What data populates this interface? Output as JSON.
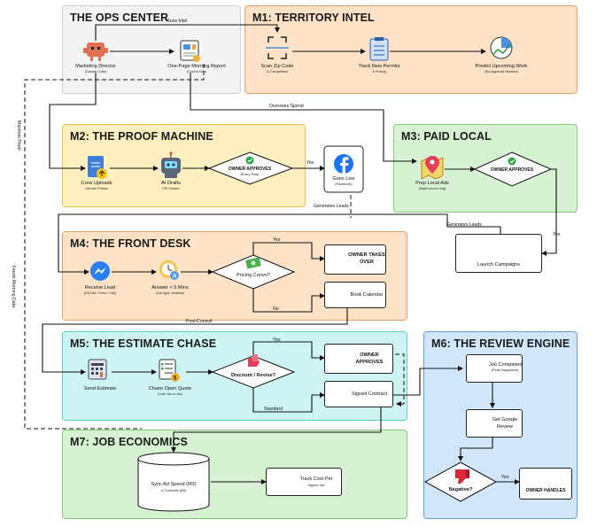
{
  "colors": {
    "ops": "#f3f3f3",
    "territory": "#fde2c7",
    "proof": "#fdefbf",
    "paid": "#d7f2d2",
    "frontdesk": "#fde2c7",
    "estimate": "#cdf4f2",
    "review": "#d2e6fb",
    "economics": "#d7f2d2"
  },
  "ops": {
    "title": "THE OPS CENTER",
    "director": "Marketing Director",
    "director_sub": "(Claude Code)",
    "report": "One-Page Morning Report",
    "report_sub": "(Cost to Win)"
  },
  "m1": {
    "title": "M1: TERRITORY INTEL",
    "scan": "Scan Zip Code",
    "scan_sub": "& Competitors",
    "permits": "Track New Permits",
    "permits_sub": "& Pricing",
    "predict": "Predict Upcoming Work",
    "predict_sub": "(No Approval Needed)"
  },
  "m2": {
    "title": "M2: THE PROOF MACHINE",
    "crew": "Crew Uploads",
    "crew_sub": "Job-site Photos",
    "ai": "AI Drafts",
    "ai_sub": "FB Content",
    "owner": "OWNER APPROVES",
    "owner_sub": "(Every Post)",
    "live": "Goes Live",
    "live_sub": "(Facebook)"
  },
  "m3": {
    "title": "M3: PAID LOCAL",
    "prep": "Prep Local Ads",
    "prep_sub": "(Make phone ring)",
    "owner": "OWNER APPROVES",
    "launch": "Launch Campaigns"
  },
  "m4": {
    "title": "M4: THE FRONT DESK",
    "receive": "Receive Lead",
    "receive_sub": "(FB DM / Form / Call)",
    "answer": "Answer < 5 Mins",
    "answer_sub": "(Job type, timeline)",
    "pricing": "Pricing Convo?",
    "takes1": "OWNER TAKES",
    "takes2": "OVER",
    "book": "Book Calendar"
  },
  "m5": {
    "title": "M5: THE ESTIMATE CHASE",
    "send": "Send Estimate",
    "chase": "Chase Open Quote",
    "chase_sub": "(Until Yes or No)",
    "discount": "Discount / Revise?",
    "owner1": "OWNER",
    "owner2": "APPROVES",
    "signed": "Signed Contract"
  },
  "m6": {
    "title": "M6: THE REVIEW ENGINE",
    "completed": "Job Completed",
    "completed_sub": "(Peak Happiness)",
    "google1": "Get Google",
    "google2": "Review",
    "negative": "Negative?",
    "handles": "OWNER HANDLES"
  },
  "m7": {
    "title": "M7: JOB ECONOMICS",
    "sync": "Sync Ad Spend (M3)",
    "sync_sub": "& Contracts (M5)",
    "track": "Track Cost Per",
    "track_sub": "Signed Job"
  },
  "edges": {
    "runs_intel": "Runs Intel",
    "oversees": "Oversees Spend",
    "monitors": "Monitors Proof",
    "feeds": "Feeds Morning Data",
    "yes": "Yes",
    "no": "No",
    "gen1": "Generates Leads",
    "gen2": "Generates Leads",
    "post": "Post-Consult",
    "standard": "Standard"
  }
}
